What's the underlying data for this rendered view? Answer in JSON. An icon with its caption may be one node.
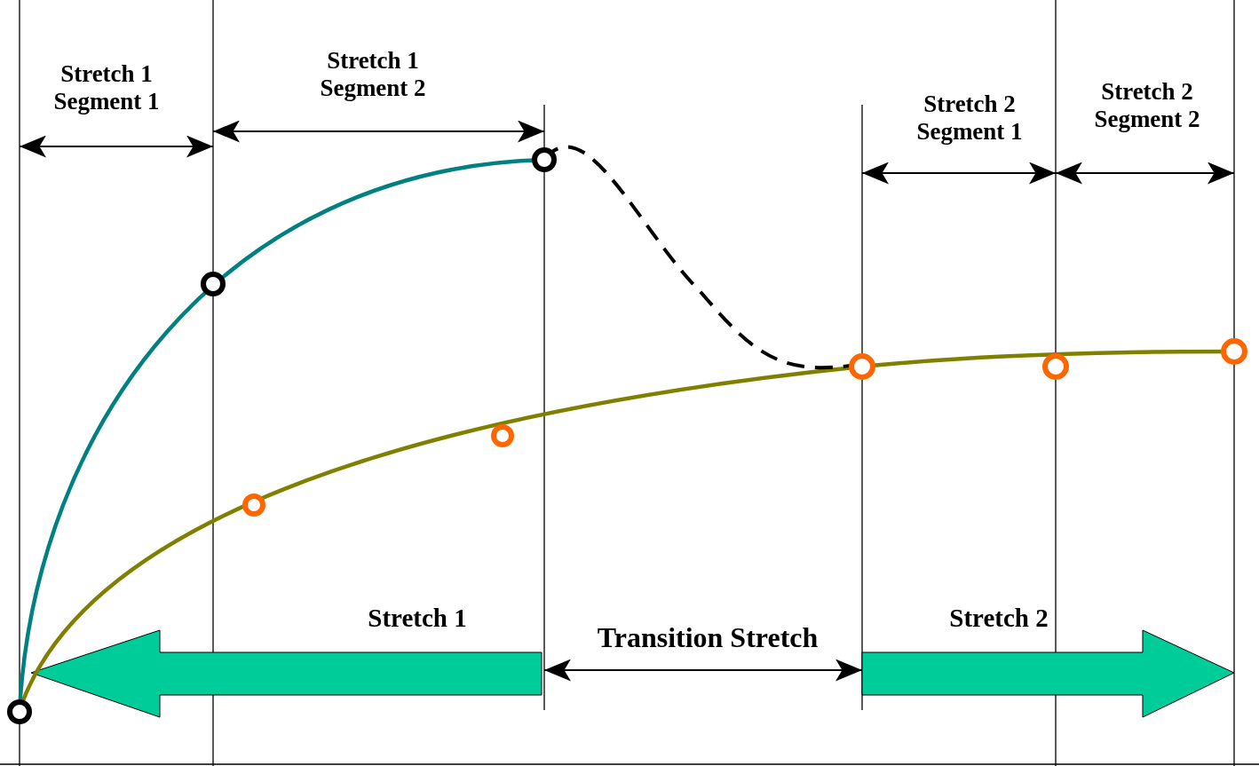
{
  "diagram": {
    "labels": [
      "Stretch 1 Segment 1",
      "Stretch 1 Segment 2",
      "Stretch 2 Segment 1",
      "Stretch 2 Segment 2",
      "Stretch 1",
      "Transition Stretch",
      "Stretch 2"
    ]
  }
}
